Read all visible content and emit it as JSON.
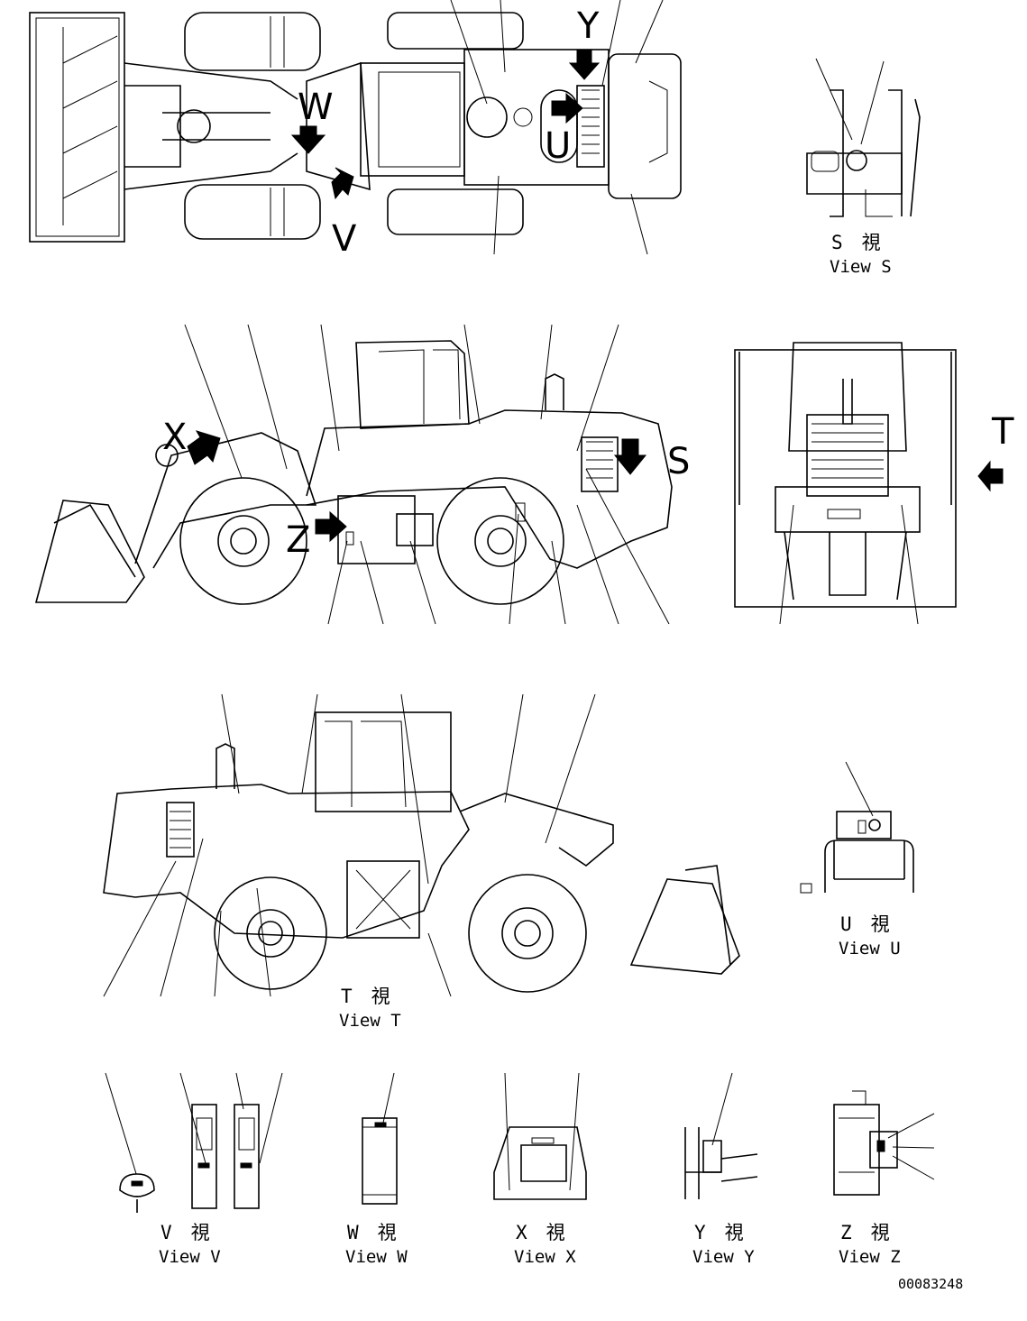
{
  "figure": {
    "document_number": "00083248",
    "arrow_letters": [
      "W",
      "V",
      "Y",
      "U",
      "X",
      "Z",
      "S",
      "T"
    ],
    "views": {
      "S": {
        "jp": "S　視",
        "en": "View S"
      },
      "T": {
        "jp": "T　視",
        "en": "View T"
      },
      "U": {
        "jp": "U　視",
        "en": "View U"
      },
      "V": {
        "jp": "V　視",
        "en": "View V"
      },
      "W": {
        "jp": "W　視",
        "en": "View W"
      },
      "X": {
        "jp": "X　視",
        "en": "View X"
      },
      "Y": {
        "jp": "Y　視",
        "en": "View Y"
      },
      "Z": {
        "jp": "Z　視",
        "en": "View Z"
      }
    }
  },
  "colors": {
    "line": "#000000",
    "paper": "#ffffff"
  }
}
